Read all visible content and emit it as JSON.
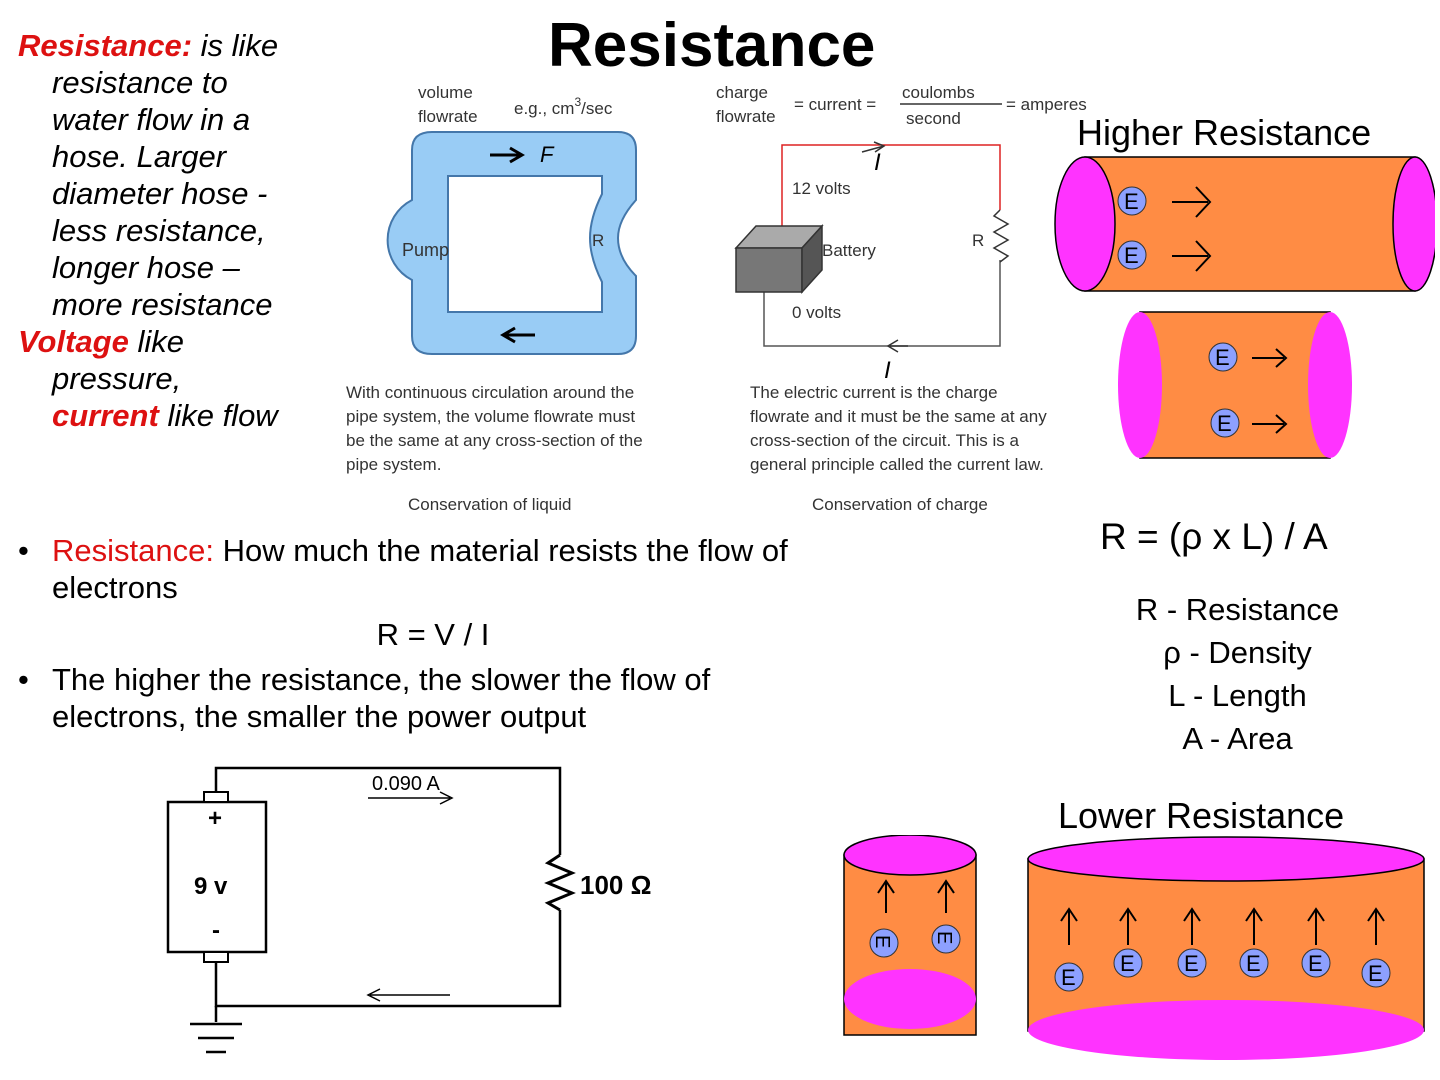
{
  "title": "Resistance",
  "left_note": {
    "resistance_term": "Resistance:",
    "resistance_text_1": "is like",
    "resistance_text_2": "resistance to",
    "resistance_text_3": "water flow in a",
    "resistance_text_4": "hose.  Larger",
    "resistance_text_5": "diameter hose -",
    "resistance_text_6": "less resistance,",
    "resistance_text_7": "longer hose –",
    "resistance_text_8": "more resistance",
    "voltage_term": "Voltage",
    "voltage_text_1": "like",
    "voltage_text_2": "pressure,",
    "current_term": "current",
    "current_text": "like flow"
  },
  "water_diagram": {
    "volume_label_1": "volume",
    "volume_label_2": "flowrate",
    "units_prefix": "e.g., cm",
    "units_exp": "3",
    "units_suffix": "/sec",
    "flow_label": "F",
    "pump_label": "Pump",
    "resistor_label": "R",
    "caption_1": "With continuous circulation around the",
    "caption_2": "pipe system, the volume flowrate must",
    "caption_3": "be the same at any cross-section of the",
    "caption_4": "pipe system.",
    "footer": "Conservation of liquid"
  },
  "charge_diagram": {
    "charge_label_1": "charge",
    "charge_label_2": "flowrate",
    "eq_current": "= current =",
    "coulombs": "coulombs",
    "second": "second",
    "amperes": "= amperes",
    "current_top": "I",
    "current_bottom": "I",
    "volts_12": "12 volts",
    "volts_0": "0 volts",
    "battery_label": "Battery",
    "resistor_label": "R",
    "caption_1": "The electric current is the charge",
    "caption_2": "flowrate and it must be the same at any",
    "caption_3": "cross-section of the circuit. This is a",
    "caption_4": "general principle called the current law.",
    "footer": "Conservation of charge"
  },
  "higher_resistance": {
    "heading": "Higher Resistance",
    "electron_label": "E"
  },
  "lower_resistance": {
    "heading": "Lower Resistance",
    "electron_label": "E"
  },
  "bullets": {
    "b1_term": "Resistance:",
    "b1_text_1": "How much the material resists the flow of",
    "b1_text_2": "electrons",
    "formula": "R = V / I",
    "b2_text_1": "The higher the resistance, the slower the flow of",
    "b2_text_2": "electrons, the smaller the power output",
    "bullet_char": "•"
  },
  "resistivity": {
    "formula": "R = (ρ x L) / A",
    "legend": [
      "R - Resistance",
      "ρ - Density",
      "L - Length",
      "A - Area"
    ]
  },
  "circuit": {
    "current": "0.090 A",
    "voltage": "9 v",
    "plus": "+",
    "minus": "-",
    "resistance": "100 Ω"
  },
  "colors": {
    "accent_red": "#dd1111",
    "pipe_blue": "#99ccf5",
    "conductor_orange": "#ff8c44",
    "end_magenta": "#ff33ff",
    "electron_blue": "#8da0ff"
  }
}
